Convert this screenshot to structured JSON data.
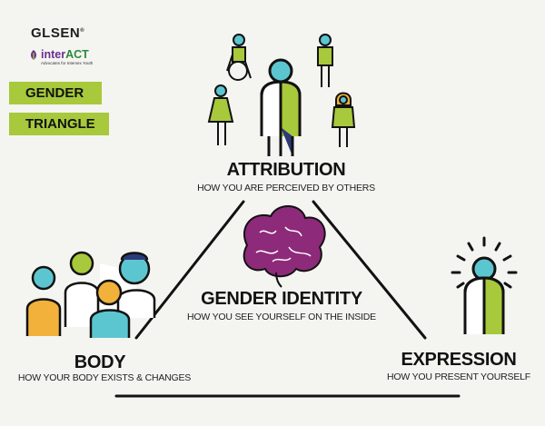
{
  "logos": {
    "glsen": "GLSEN",
    "glsen_mark": "®",
    "interact_prefix": "inter",
    "interact_suffix": "ACT",
    "interact_tagline": "Advocates for Intersex Youth"
  },
  "banner": {
    "line1": "GENDER",
    "line2": "TRIANGLE"
  },
  "nodes": {
    "attribution": {
      "title": "ATTRIBUTION",
      "subtitle": "HOW YOU ARE PERCEIVED BY OTHERS"
    },
    "gender_identity": {
      "title": "GENDER IDENTITY",
      "subtitle": "HOW YOU SEE YOURSELF ON THE INSIDE"
    },
    "body": {
      "title": "BODY",
      "subtitle": "HOW YOUR BODY EXISTS & CHANGES"
    },
    "expression": {
      "title": "EXPRESSION",
      "subtitle": "HOW YOU PRESENT YOURSELF"
    }
  },
  "colors": {
    "green": "#a7c93b",
    "teal": "#5cc6d0",
    "orange": "#f2b13a",
    "purple": "#8e2a7a",
    "navy": "#2c3a78",
    "ink": "#121212"
  },
  "icons": [
    "brain-icon",
    "wheelchair-person-icon",
    "person-icon",
    "hijab-person-icon",
    "radiating-lines-icon"
  ]
}
